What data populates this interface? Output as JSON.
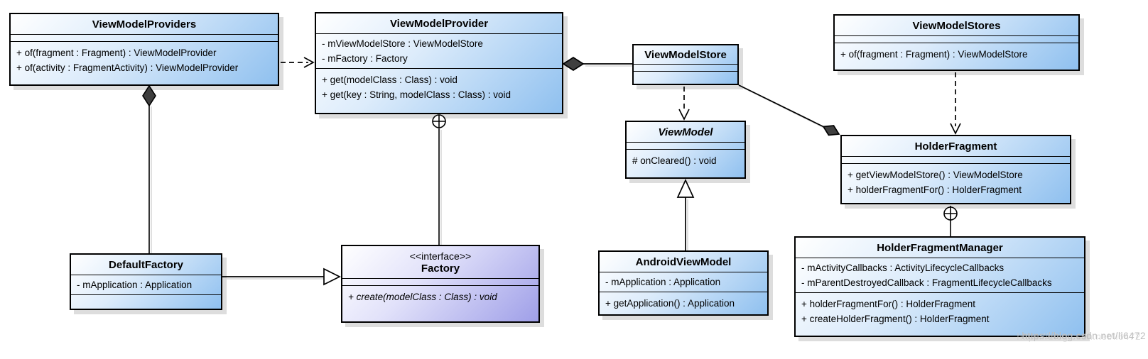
{
  "diagram": {
    "type": "uml-class-diagram",
    "watermark": "https://blog.csdn.net/li6472"
  },
  "colors": {
    "class_gradient_start": "#ffffff",
    "class_gradient_end": "#8fc0ef",
    "interface_gradient_end": "#9f9fe8",
    "border": "#000000",
    "shadow": "#b4b4b4",
    "watermark_text": "#bdbdbd"
  },
  "classes": {
    "view_model_providers": {
      "name": "ViewModelProviders",
      "attributes": [],
      "methods": [
        "+ of(fragment : Fragment) : ViewModelProvider",
        "+ of(activity : FragmentActivity) : ViewModelProvider"
      ]
    },
    "view_model_provider": {
      "name": "ViewModelProvider",
      "attributes": [
        "- mViewModelStore : ViewModelStore",
        "- mFactory : Factory"
      ],
      "methods": [
        "+ get(modelClass : Class) : void",
        "+ get(key : String, modelClass : Class) : void"
      ]
    },
    "view_model_store": {
      "name": "ViewModelStore",
      "attributes": [],
      "methods": []
    },
    "view_model_stores": {
      "name": "ViewModelStores",
      "attributes": [],
      "methods": [
        "+ of(fragment : Fragment) : ViewModelStore"
      ]
    },
    "view_model": {
      "name": "ViewModel",
      "abstract": true,
      "attributes": [],
      "methods": [
        "# onCleared() : void"
      ]
    },
    "holder_fragment": {
      "name": "HolderFragment",
      "attributes": [],
      "methods": [
        "+ getViewModelStore() : ViewModelStore",
        "+ holderFragmentFor() : HolderFragment"
      ]
    },
    "default_factory": {
      "name": "DefaultFactory",
      "attributes": [
        "- mApplication : Application"
      ],
      "methods": []
    },
    "factory": {
      "name": "Factory",
      "stereotype": "<<interface>>",
      "attributes": [],
      "methods": [
        "+ create(modelClass : Class) : void"
      ]
    },
    "android_view_model": {
      "name": "AndroidViewModel",
      "attributes": [
        "- mApplication : Application"
      ],
      "methods": [
        "+ getApplication() : Application"
      ]
    },
    "holder_fragment_manager": {
      "name": "HolderFragmentManager",
      "attributes": [
        "- mActivityCallbacks : ActivityLifecycleCallbacks",
        "- mParentDestroyedCallback : FragmentLifecycleCallbacks"
      ],
      "methods": [
        "+ holderFragmentFor() : HolderFragment",
        "+ createHolderFragment() : HolderFragment"
      ]
    }
  },
  "relationships": [
    {
      "from": "ViewModelProviders",
      "to": "ViewModelProvider",
      "type": "dependency",
      "style": "dashed-open-arrow"
    },
    {
      "from": "ViewModelProvider",
      "to": "ViewModelStore",
      "type": "composition",
      "diamond_at": "ViewModelProvider"
    },
    {
      "from": "ViewModelProviders",
      "to": "DefaultFactory",
      "type": "composition",
      "diamond_at": "ViewModelProviders"
    },
    {
      "from": "ViewModelProvider",
      "to": "Factory",
      "type": "containment",
      "anchor_at": "ViewModelProvider"
    },
    {
      "from": "ViewModelStore",
      "to": "ViewModel",
      "type": "dependency",
      "style": "dashed-open-arrow"
    },
    {
      "from": "HolderFragment",
      "to": "ViewModelStore",
      "type": "composition",
      "diamond_at": "HolderFragment"
    },
    {
      "from": "ViewModelStores",
      "to": "HolderFragment",
      "type": "dependency",
      "style": "dashed-open-arrow"
    },
    {
      "from": "AndroidViewModel",
      "to": "ViewModel",
      "type": "generalization"
    },
    {
      "from": "DefaultFactory",
      "to": "Factory",
      "type": "generalization"
    },
    {
      "from": "HolderFragment",
      "to": "HolderFragmentManager",
      "type": "containment",
      "anchor_at": "HolderFragment"
    }
  ]
}
